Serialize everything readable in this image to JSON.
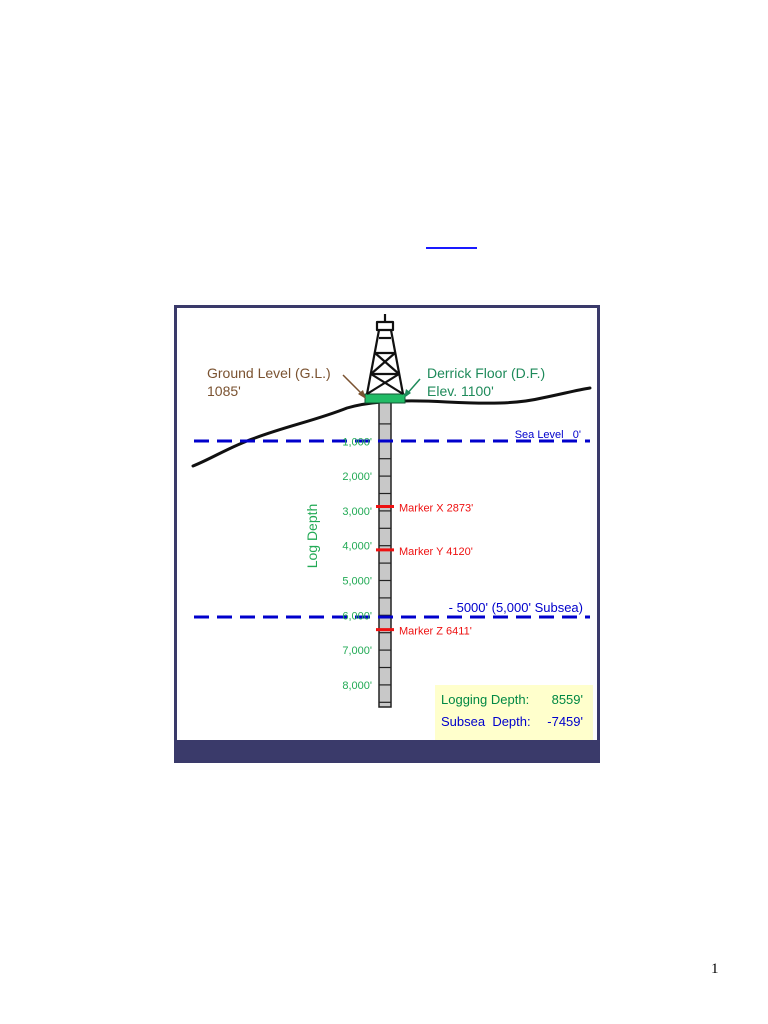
{
  "diagram": {
    "ground_level": {
      "line1": "Ground Level (G.L.)",
      "line2": "1085'"
    },
    "derrick_floor": {
      "line1": "Derrick Floor (D.F.)",
      "line2": "Elev. 1100'"
    },
    "sea_level_label": "Sea Level   0'",
    "subsea_label": "- 5000' (5,000' Subsea)",
    "axis_label": "Log Depth",
    "depth_ticks": [
      "1,000'",
      "2,000'",
      "3,000'",
      "4,000'",
      "5,000'",
      "6,000'",
      "7,000'",
      "8,000'"
    ],
    "markers": [
      {
        "label": "Marker X 2873'",
        "depth": 2873
      },
      {
        "label": "Marker Y 4120'",
        "depth": 4120
      },
      {
        "label": "Marker Z 6411'",
        "depth": 6411
      }
    ],
    "info_box": {
      "logging_depth_label": "Logging Depth:",
      "logging_depth_value": "8559'",
      "subsea_depth_label": "Subsea  Depth:",
      "subsea_depth_value": "-7459'"
    },
    "colors": {
      "ground_text": "#7a5230",
      "derrick_text": "#1e8a5a",
      "sea_line": "#0000cc",
      "marker": "#ee1111",
      "axis_text": "#22aa55",
      "info_bg": "#ffffcc",
      "frame": "#3a3a6a"
    }
  },
  "page": {
    "number": "1"
  }
}
